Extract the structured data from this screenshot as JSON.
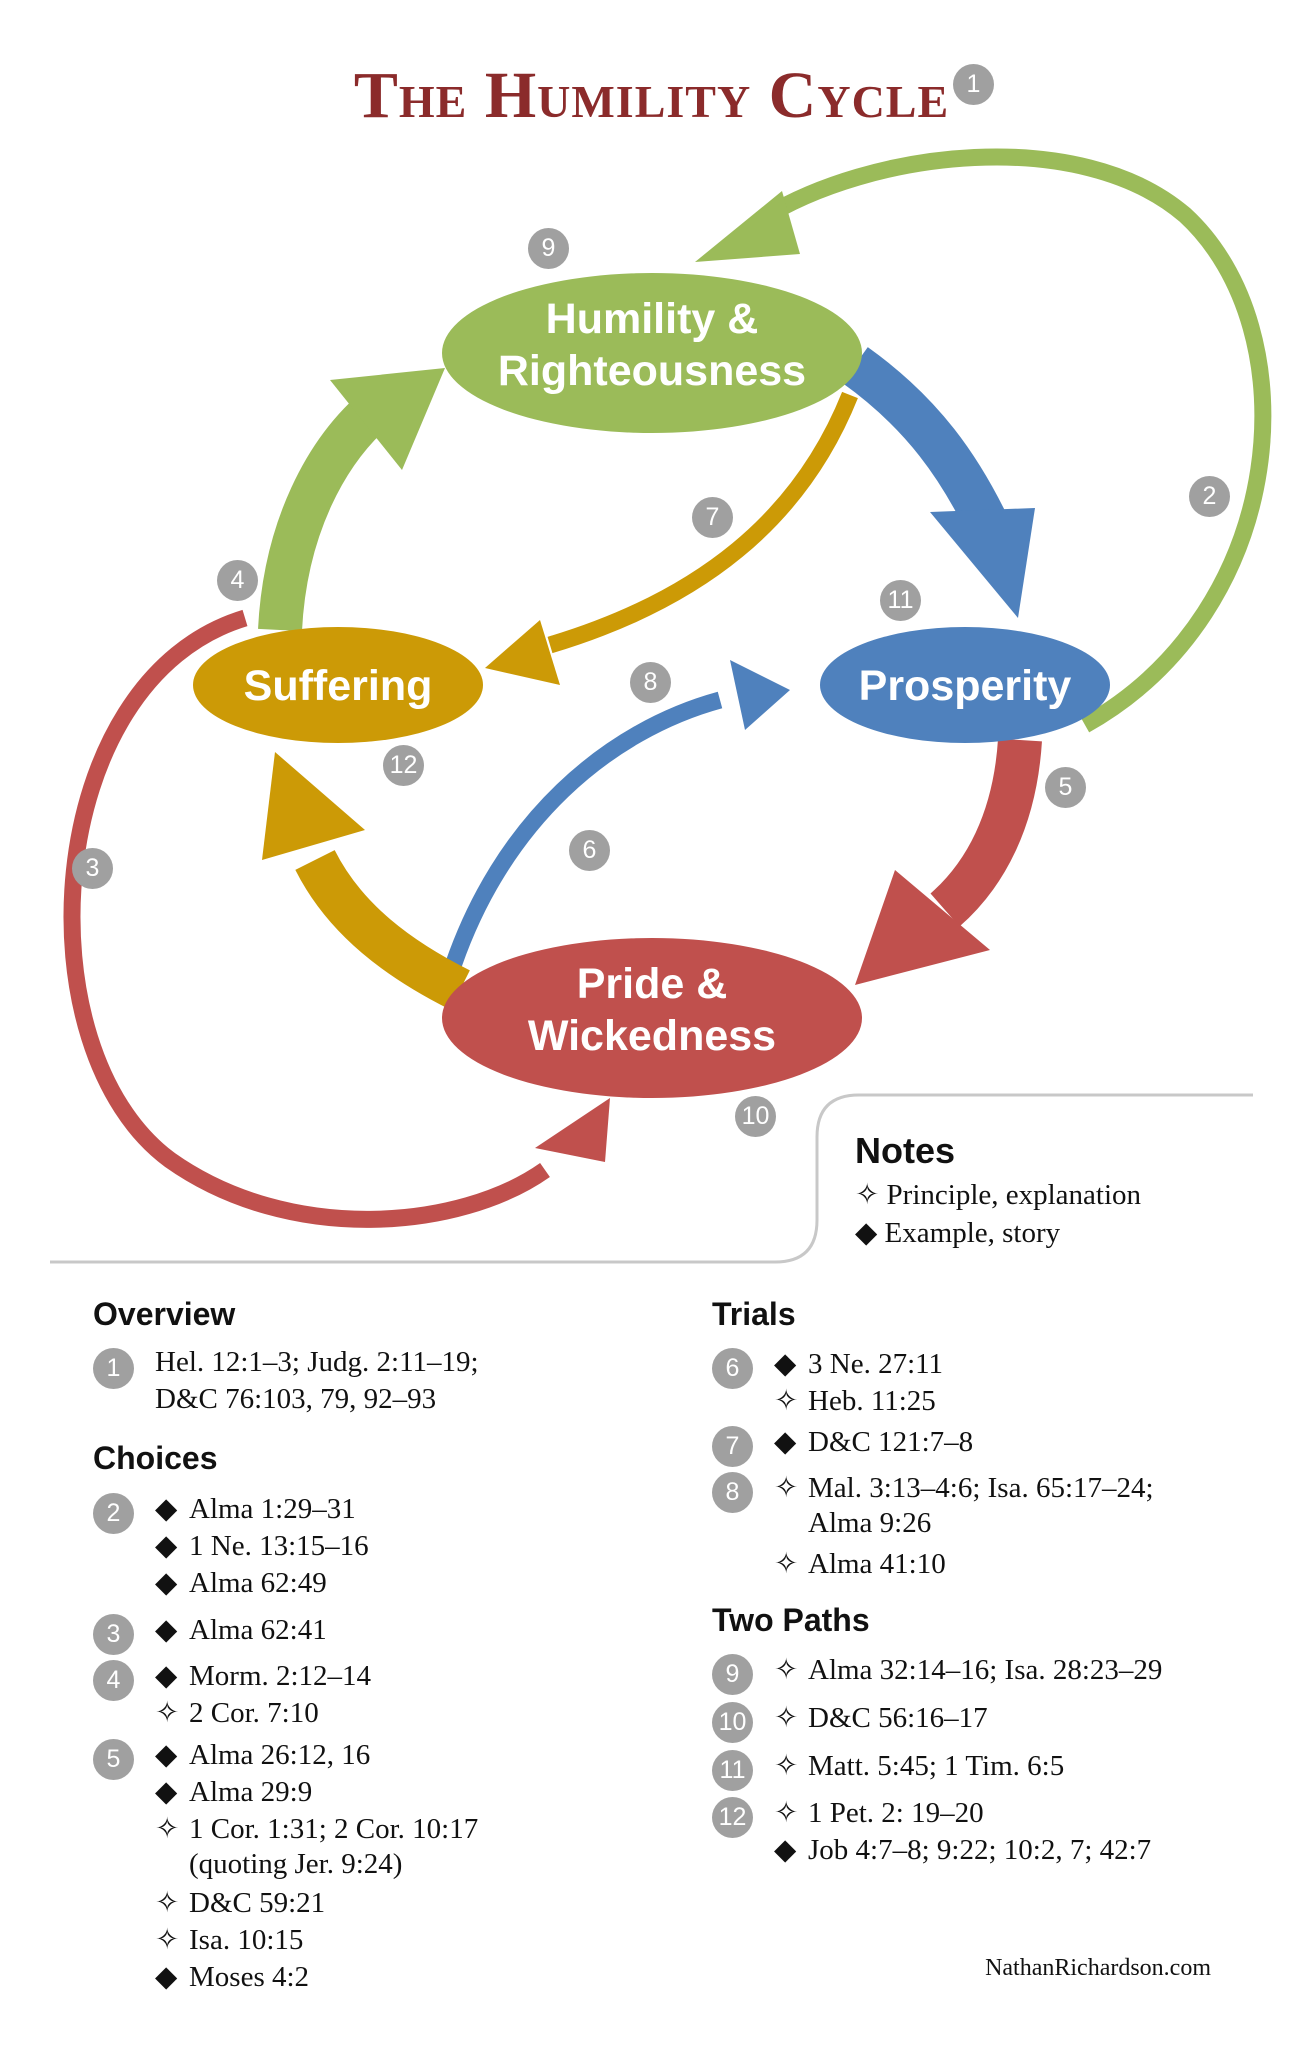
{
  "title": "The Humility Cycle",
  "title_badge": "1",
  "colors": {
    "green": "#9bbb59",
    "blue": "#4f81bd",
    "gold": "#cc9a06",
    "red": "#c0504d",
    "badge": "#a0a0a0",
    "title": "#8b2b2b"
  },
  "nodes": {
    "humility": [
      "Humility &",
      "Righteousness"
    ],
    "prosperity": "Prosperity",
    "suffering": "Suffering",
    "pride": [
      "Pride &",
      "Wickedness"
    ]
  },
  "diagram_badges": [
    "2",
    "3",
    "4",
    "5",
    "6",
    "7",
    "8",
    "9",
    "10",
    "11",
    "12"
  ],
  "notes": {
    "title": "Notes",
    "principle": "✧ Principle, explanation",
    "example": "◆ Example, story"
  },
  "sections": {
    "overview": {
      "title": "Overview",
      "entries": [
        {
          "num": "1",
          "lines": [
            [
              "",
              "Hel. 12:1–3; Judg. 2:11–19;"
            ],
            [
              "",
              "D&C 76:103, 79, 92–93"
            ]
          ]
        }
      ]
    },
    "choices": {
      "title": "Choices",
      "entries": [
        {
          "num": "2",
          "lines": [
            [
              "◆",
              "Alma 1:29–31"
            ],
            [
              "◆",
              "1 Ne. 13:15–16"
            ],
            [
              "◆",
              "Alma 62:49"
            ]
          ]
        },
        {
          "num": "3",
          "lines": [
            [
              "◆",
              "Alma 62:41"
            ]
          ]
        },
        {
          "num": "4",
          "lines": [
            [
              "◆",
              "Morm. 2:12–14"
            ],
            [
              "✧",
              "2 Cor. 7:10"
            ]
          ]
        },
        {
          "num": "5",
          "lines": [
            [
              "◆",
              "Alma 26:12, 16"
            ],
            [
              "◆",
              "Alma 29:9"
            ],
            [
              "✧",
              "1 Cor. 1:31; 2 Cor. 10:17"
            ],
            [
              "",
              "(quoting Jer. 9:24)"
            ],
            [
              "✧",
              "D&C 59:21"
            ],
            [
              "✧",
              "Isa. 10:15"
            ],
            [
              "◆",
              "Moses 4:2"
            ]
          ]
        }
      ]
    },
    "trials": {
      "title": "Trials",
      "entries": [
        {
          "num": "6",
          "lines": [
            [
              "◆",
              "3 Ne. 27:11"
            ],
            [
              "✧",
              "Heb. 11:25"
            ]
          ]
        },
        {
          "num": "7",
          "lines": [
            [
              "◆",
              "D&C 121:7–8"
            ]
          ]
        },
        {
          "num": "8",
          "lines": [
            [
              "✧",
              "Mal. 3:13–4:6; Isa. 65:17–24;"
            ],
            [
              "",
              "Alma 9:26"
            ],
            [
              "✧",
              "Alma 41:10"
            ]
          ]
        }
      ]
    },
    "two_paths": {
      "title": "Two Paths",
      "entries": [
        {
          "num": "9",
          "lines": [
            [
              "✧",
              "Alma 32:14–16; Isa. 28:23–29"
            ]
          ]
        },
        {
          "num": "10",
          "lines": [
            [
              "✧",
              "D&C 56:16–17"
            ]
          ]
        },
        {
          "num": "11",
          "lines": [
            [
              "✧",
              "Matt. 5:45; 1 Tim. 6:5"
            ]
          ]
        },
        {
          "num": "12",
          "lines": [
            [
              "✧",
              "1 Pet. 2: 19–20"
            ],
            [
              "◆",
              "Job 4:7–8; 9:22; 10:2, 7; 42:7"
            ]
          ]
        }
      ]
    }
  },
  "footer": "NathanRichardson.com"
}
